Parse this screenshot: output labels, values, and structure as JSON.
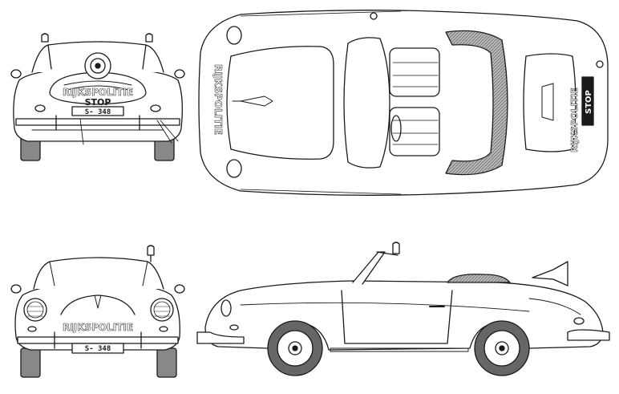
{
  "blueprint": {
    "police_text": "RIJKSPOLITIE",
    "stop_text": "STOP",
    "plate_text": "S- 348",
    "stroke_color": "#1a1a1a",
    "fill_color": "#ffffff",
    "hood_color": "#9a9a9a"
  },
  "views": [
    {
      "name": "rear-view"
    },
    {
      "name": "top-view"
    },
    {
      "name": "front-view"
    },
    {
      "name": "side-view"
    }
  ]
}
